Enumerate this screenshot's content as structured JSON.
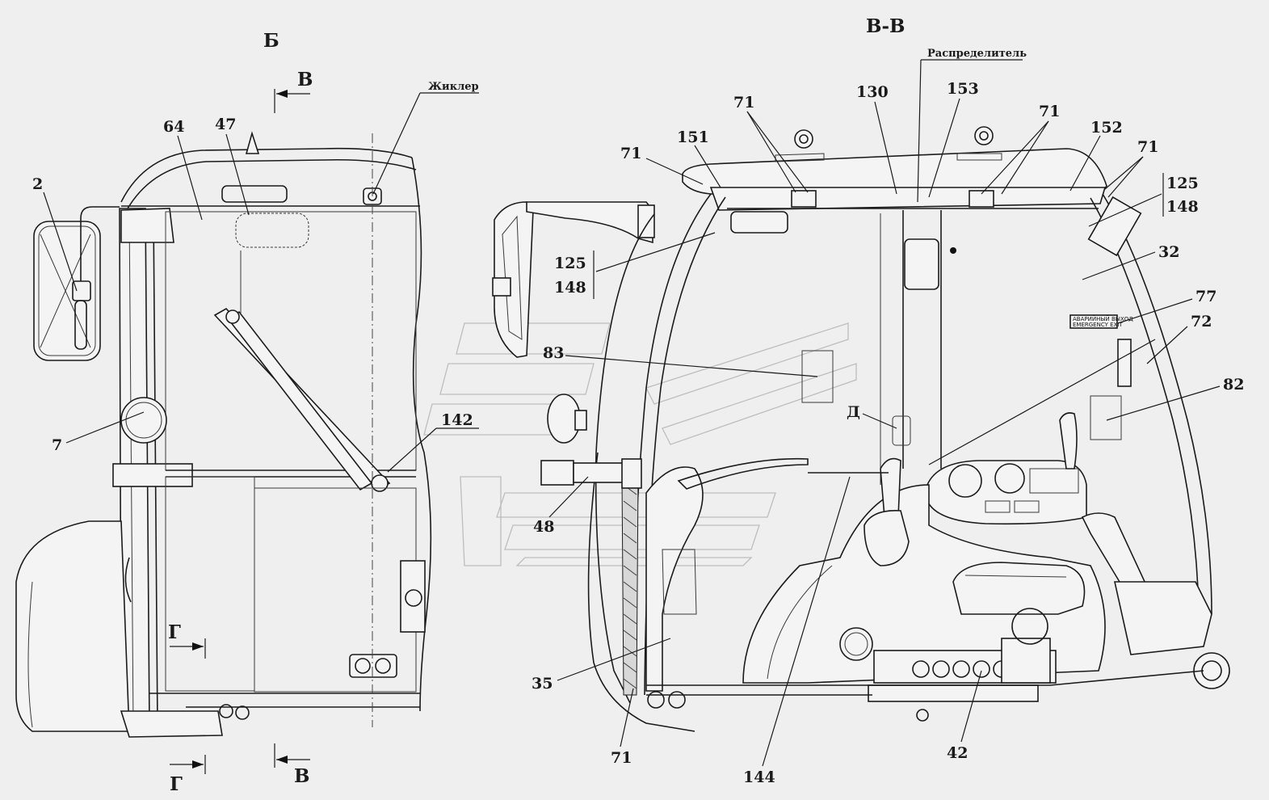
{
  "views": {
    "left_title": "Б",
    "right_title": "В-В"
  },
  "section_marks": {
    "v_top": "В",
    "v_bottom": "В",
    "g_mid": "Г",
    "g_bottom": "Г"
  },
  "notes": {
    "jet": "Жиклер",
    "distributor": "Распределитель",
    "callout_d": "Д"
  },
  "plate": {
    "line1": "АВАРИЙНЫЙ ВЫХОД",
    "line2": "EMERGENCY EXIT"
  },
  "left_labels": {
    "n2": "2",
    "n64": "64",
    "n47": "47",
    "n7": "7",
    "n142": "142"
  },
  "right_labels": {
    "n71_a": "71",
    "n151": "151",
    "n71_b": "71",
    "n130": "130",
    "n153": "153",
    "n71_c": "71",
    "n152": "152",
    "n71_d": "71",
    "n125_r": "125",
    "n148_r": "148",
    "n32": "32",
    "n77": "77",
    "n72": "72",
    "n82": "82",
    "n125_l": "125",
    "n148_l": "148",
    "n83": "83",
    "n48": "48",
    "n35": "35",
    "n71_e": "71",
    "n144": "144",
    "n42": "42"
  }
}
